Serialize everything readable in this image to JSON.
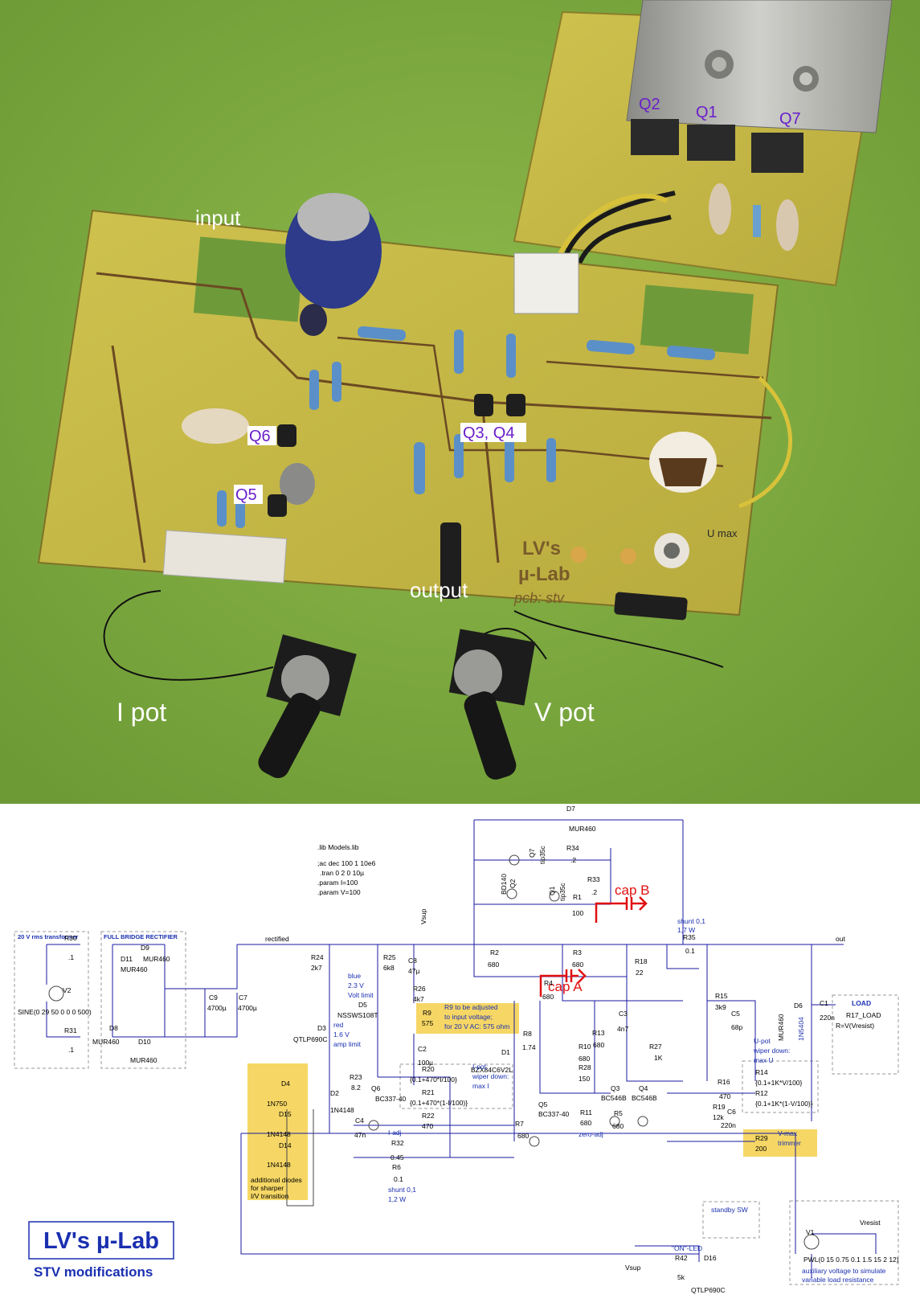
{
  "photo": {
    "labels": {
      "input": "input",
      "output": "output",
      "i_pot": "I pot",
      "v_pot": "V pot",
      "q1": "Q1",
      "q2": "Q2",
      "q3_q4": "Q3, Q4",
      "q5": "Q5",
      "q6": "Q6",
      "q7": "Q7",
      "pcb_brand": "LV's",
      "pcb_lab": "µ-Lab",
      "pcb_credit": "pcb: stv",
      "pcb_umax": "U max"
    },
    "colors": {
      "background": "#7aa53f",
      "pcb": "#c9bd4a",
      "trace": "#6b4a22",
      "label_purple": "#6a1fc9"
    }
  },
  "schematic": {
    "directives": [
      ".lib Models.lib",
      ";ac dec 100 1 10e6",
      ".tran 0 2 0 10µ",
      ".param I=100",
      ".param V=100"
    ],
    "transformer": {
      "title": "20 V rms transformer",
      "source_name": "V2",
      "source_value": "SINE(0 29 50 0 0 0 500)",
      "r30": "R30",
      "r30_val": ".1",
      "r31": "R31",
      "r31_val": ".1"
    },
    "rectifier": {
      "title": "FULL BRIDGE RECTIFIER",
      "d9": "D9",
      "d9_part": "MUR460",
      "d11": "D11",
      "d11_part": "MUR460",
      "d8": "D8",
      "d8_part": "MUR460",
      "d10": "D10",
      "d10_part": "MUR460"
    },
    "caps_in": {
      "c9": "C9",
      "c9_val": "4700µ",
      "c7": "C7",
      "c7_val": "4700µ"
    },
    "nets": {
      "rectified": "rectified",
      "vsup": "Vsup",
      "out": "out",
      "vresist": "Vresist",
      "vsup2": "Vsup"
    },
    "parts": {
      "r24": "R24",
      "r24_val": "2k7",
      "r25": "R25",
      "r25_val": "6k8",
      "c8": "C8",
      "c8_val": "47µ",
      "r26": "R26",
      "r26_val": "4k7",
      "d5_note1": "blue",
      "d5_note2": "2.3 V",
      "d5_note3": "Volt limit",
      "d5": "D5",
      "d5_part": "NSSWS108T",
      "d3": "D3",
      "d3_part": "QTLP690C",
      "d3_note1": "red",
      "d3_note2": "1.6 V",
      "d3_note3": "amp limit",
      "r9": "R9",
      "r9_val": "575",
      "r9_note1": "R9 to be adjusted",
      "r9_note2": "to input voltage;",
      "r9_note3": "for 20 V AC: 575 ohm",
      "c2": "C2",
      "c2_val": "100µ",
      "d7": "D7",
      "d7_part": "MUR460",
      "q7": "Q7",
      "q7_part": "tip35c",
      "r34": "R34",
      "r34_val": ".2",
      "q1": "Q1",
      "q1_part": "tip35c",
      "r33": "R33",
      "r33_val": ".2",
      "q2": "Q2",
      "q2_part": "BD140",
      "r1": "R1",
      "r1_val": "100",
      "cap_b": "cap B",
      "cap_a": "cap A",
      "r35_note1": "shunt 0,1",
      "r35_note2": "1,7 W",
      "r35": "R35",
      "r35_val": "0.1",
      "r2": "R2",
      "r2_val": "680",
      "r3": "R3",
      "r3_val": "680",
      "r18": "R18",
      "r18_val": "22",
      "r4": "R4",
      "r4_val": "680",
      "r15": "R15",
      "r15_val": "3k9",
      "c3": "C3",
      "c3_val": "4n7",
      "c5": "C5",
      "c5_val": "68p",
      "r8": "R8",
      "r8_val": "1.74",
      "r13": "R13",
      "r13_val": "680",
      "d1": "D1",
      "d1_part": "BZX84C6V2L",
      "r10": "R10",
      "r10_val": "680",
      "r27": "R27",
      "r27_val": "1K",
      "d6": "D6",
      "d6_part": "1N5404",
      "d6_alt": "MUR460",
      "c1": "C1",
      "c1_val": "220n",
      "load_title": "LOAD",
      "r17": "R17_LOAD",
      "r17_val": "R=V(Vresist)",
      "upot_note1": "U-pot",
      "upot_note2": "wiper down:",
      "upot_note3": "max U",
      "r14": "R14",
      "r14_val": "{0.1+1K*V/100}",
      "r12": "R12",
      "r12_val": "{0.1+1K*(1-V/100)}",
      "r16": "R16",
      "r16_val": "470",
      "r19": "R19",
      "r19_val": "12k",
      "c6": "C6",
      "c6_val": "220n",
      "r29": "R29",
      "r29_val": "200",
      "r29_note1": "V-max",
      "r29_note2": "trimmer",
      "r28": "R28",
      "r28_val": "150",
      "q3": "Q3",
      "q3_part": "BC546B",
      "q4": "Q4",
      "q4_part": "BC546B",
      "r5": "R5",
      "r5_val": "680",
      "r11": "R11",
      "r11_val": "680",
      "r11_note": "zero-adj",
      "q5": "Q5",
      "q5_part": "BC337-40",
      "r7": "R7",
      "r7_val": "680",
      "r20": "R20",
      "r20_val": "{0.1+470*I/100}",
      "r21": "R21",
      "r21_val": "{0.1+470*(1-I/100)}",
      "ipot_note1": "I-pot:",
      "ipot_note2": "wiper down:",
      "ipot_note3": "max I",
      "r22": "R22",
      "r22_val": "470",
      "r23": "R23",
      "r23_val": "8.2",
      "q6": "Q6",
      "q6_part": "BC337-40",
      "d2": "D2",
      "d2_part": "1N4148",
      "c4": "C4",
      "c4_val": "47n",
      "iadj_note": "I-adj",
      "r32": "R32",
      "r32_val": "0.45",
      "r6": "R6",
      "r6_val": "0.1",
      "r6_note1": "shunt 0,1",
      "r6_note2": "1,2 W",
      "d4": "D4",
      "d4_part": "1N750",
      "d15": "D15",
      "d15_part": "1N4148",
      "d14": "D14",
      "d14_part": "1N4148",
      "diodes_note1": "additional diodes",
      "diodes_note2": "for sharper",
      "diodes_note3": "I/V transition",
      "standby": "standby SW",
      "led_note": "\"ON\"-LED",
      "r42": "R42",
      "r42_val": "5k",
      "d16": "D16",
      "d16_part": "QTLP690C",
      "v1": "V1",
      "v1_val": "PWL(0 15 0.75 0.1 1.5 15 2 12)",
      "aux_note1": "auxiliary voltage to simulate",
      "aux_note2": "variable load resistance"
    },
    "brand": "LV's µ-Lab",
    "subtitle": "STV modifications"
  }
}
